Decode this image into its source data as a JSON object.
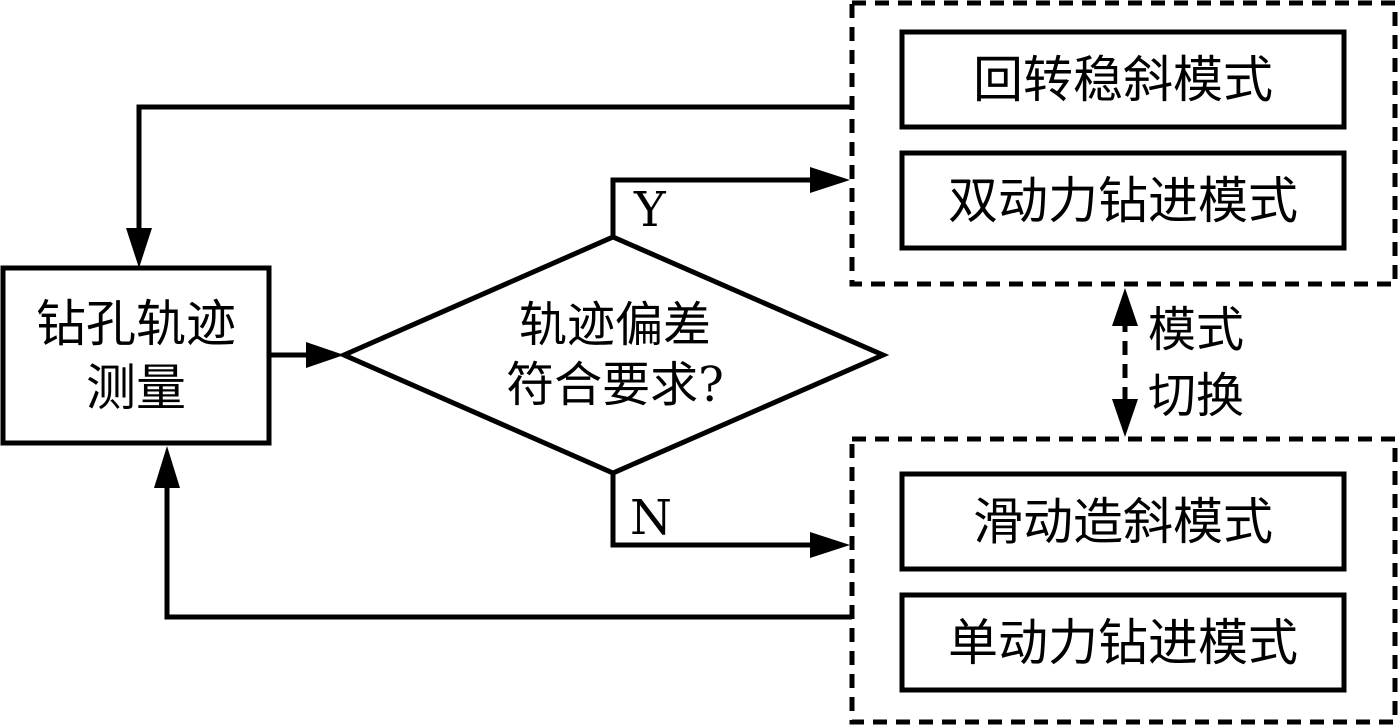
{
  "measure_box": {
    "line1": "钻孔轨迹",
    "line2": "测量"
  },
  "decision": {
    "line1": "轨迹偏差",
    "line2": "符合要求?"
  },
  "branch_yes": "Y",
  "branch_no": "N",
  "upper_group": {
    "mode1": "回转稳斜模式",
    "mode2": "双动力钻进模式"
  },
  "lower_group": {
    "mode1": "滑动造斜模式",
    "mode2": "单动力钻进模式"
  },
  "switch_label": {
    "line1": "模式",
    "line2": "切换"
  }
}
